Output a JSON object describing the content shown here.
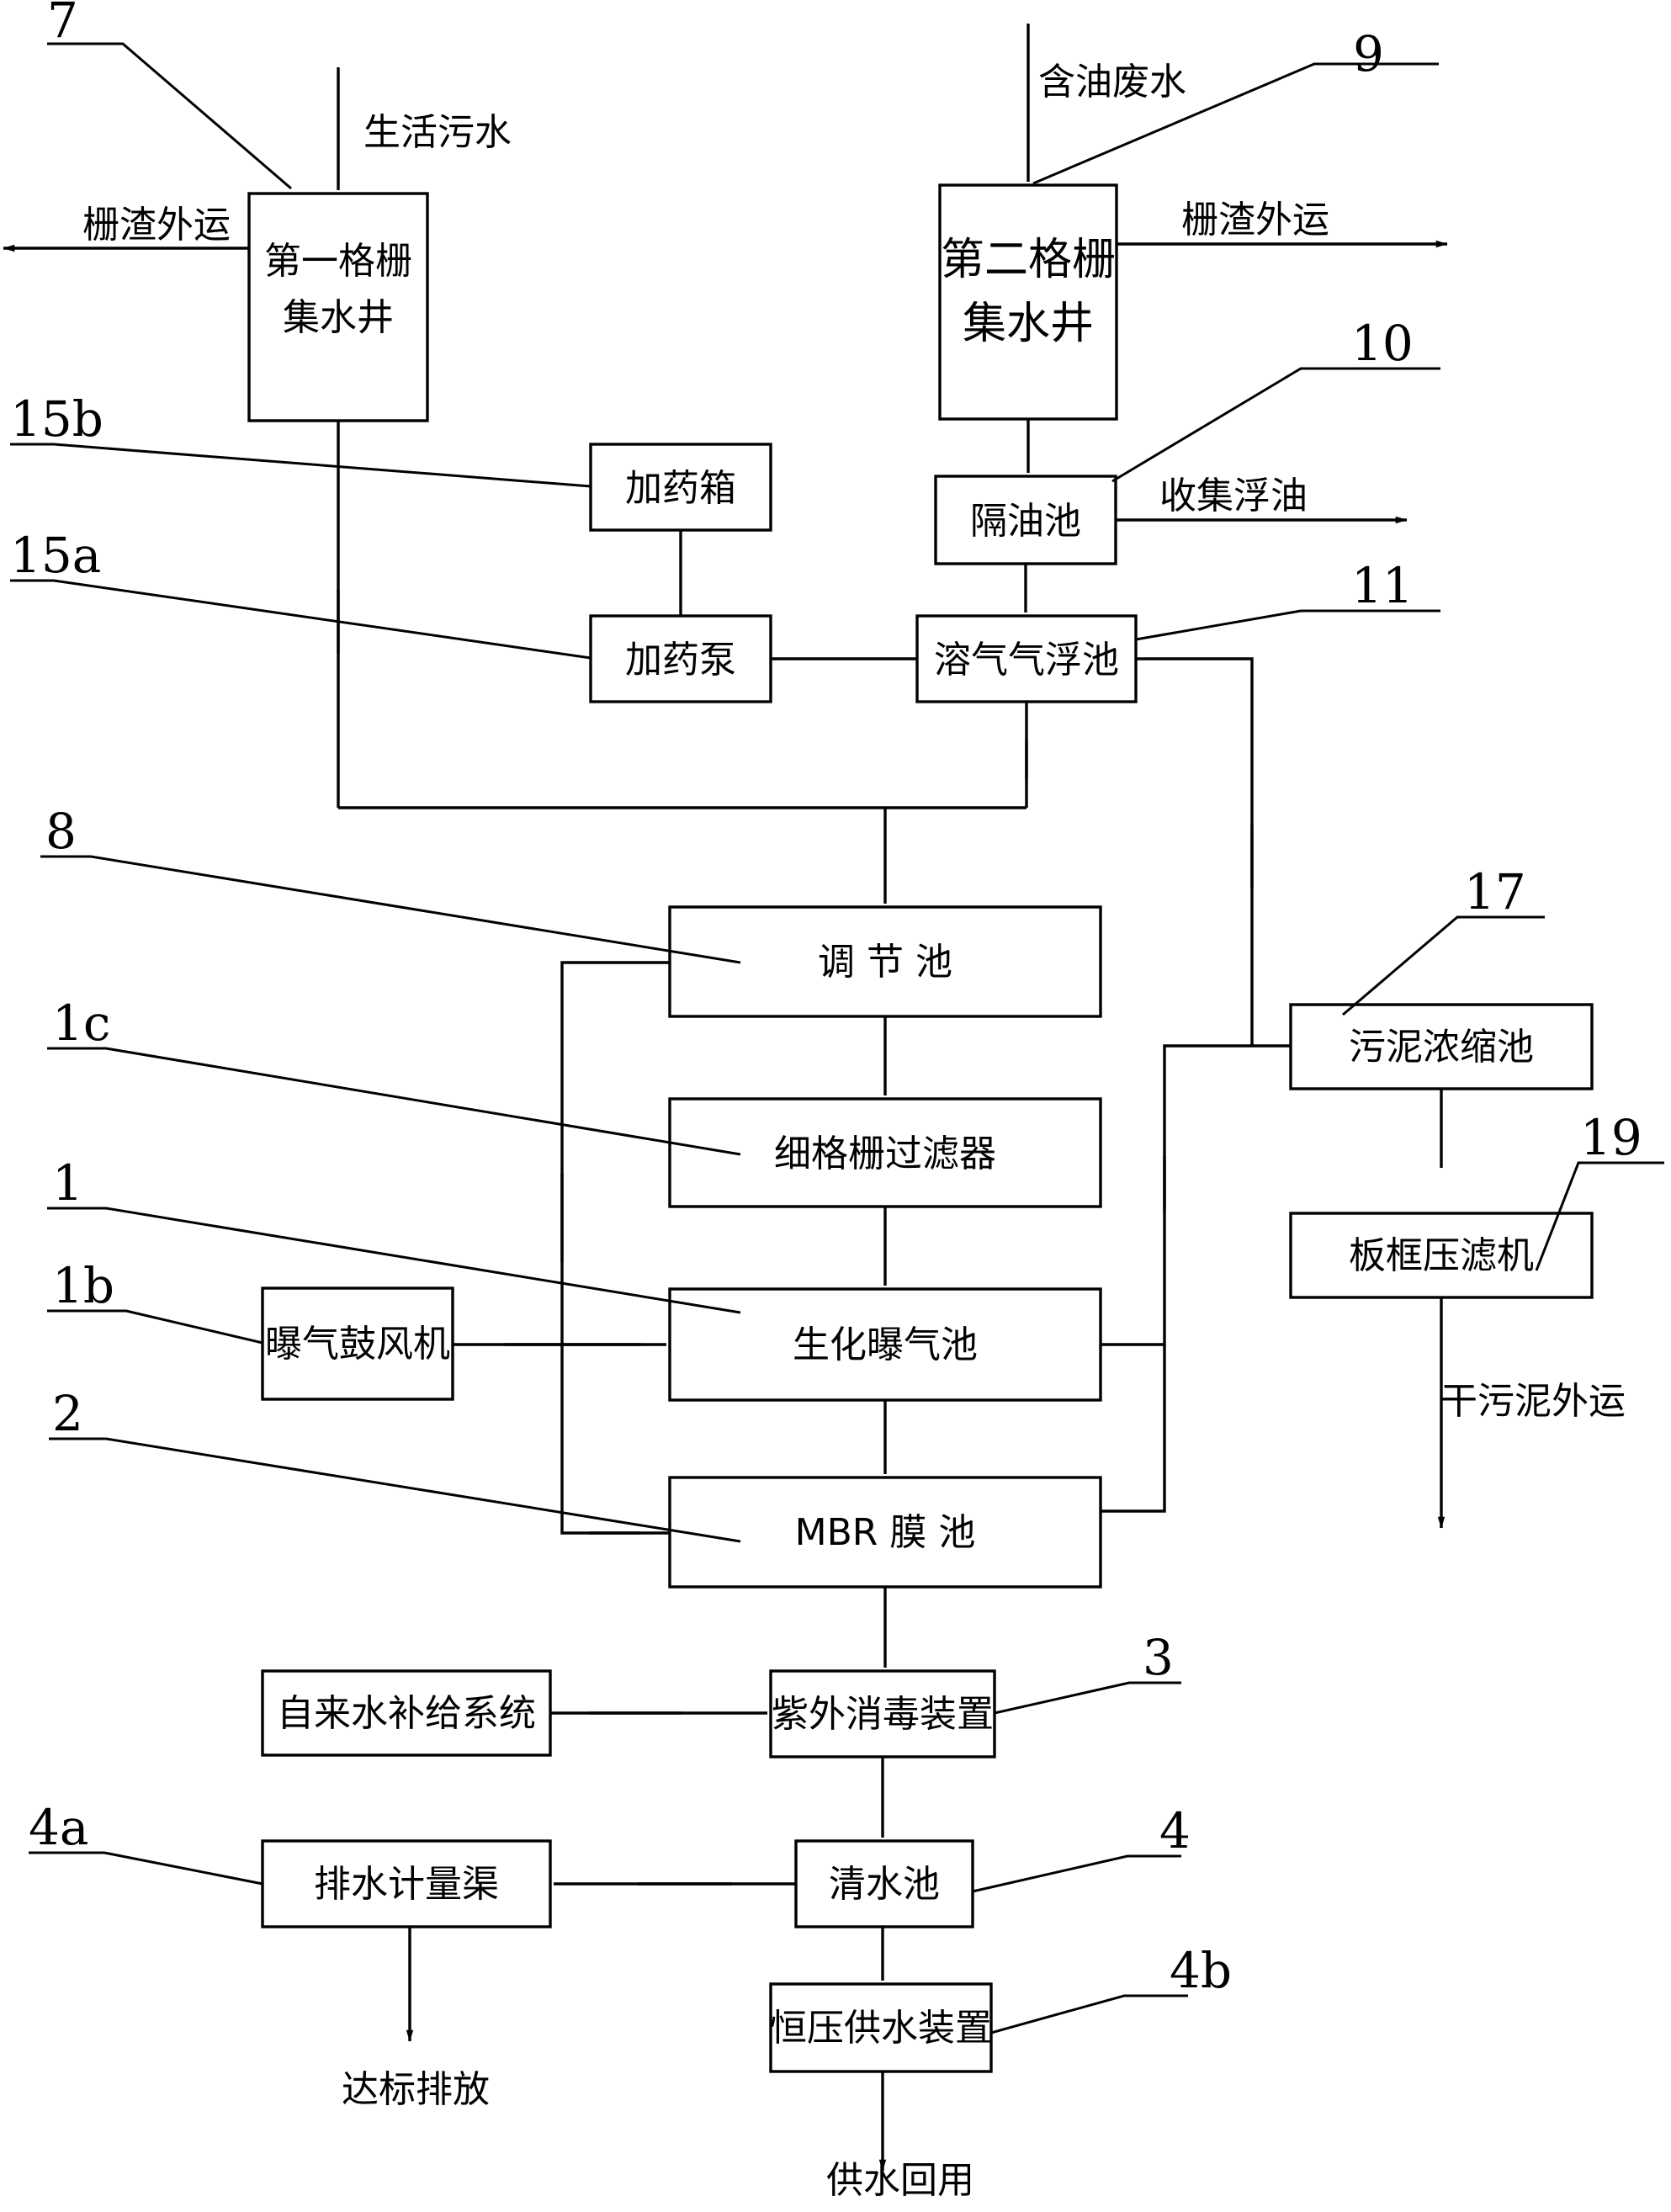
{
  "boxes": {
    "grid1": {
      "line1": "第一格栅",
      "line2": "集水井"
    },
    "grid2": {
      "line1": "第二格栅",
      "line2": "集水井"
    },
    "dosing_tank": "加药箱",
    "dosing_pump": "加药泵",
    "oil_separator": "隔油池",
    "daf": "溶气气浮池",
    "equalization": "调 节 池",
    "fine_screen": "细格栅过滤器",
    "aeration_tank": "生化曝气池",
    "blower": "曝气鼓风机",
    "mbr": "MBR 膜 池",
    "tap_water": "自来水补给系统",
    "uv": "紫外消毒装置",
    "clear_pool": "清水池",
    "metering": "排水计量渠",
    "const_pressure": "恒压供水装置",
    "sludge_thickener": "污泥浓缩池",
    "filter_press": "板框压滤机"
  },
  "flow_labels": {
    "domestic_sewage": "生活污水",
    "oily_wastewater": "含油废水",
    "screenings_out_left": "栅渣外运",
    "screenings_out_right": "栅渣外运",
    "collect_oil": "收集浮油",
    "dry_sludge_out": "干污泥外运",
    "discharge": "达标排放",
    "reuse": "供水回用"
  },
  "callouts": [
    "7",
    "9",
    "10",
    "15b",
    "15a",
    "11",
    "8",
    "17",
    "1c",
    "1",
    "19",
    "1b",
    "2",
    "3",
    "4a",
    "4",
    "4b"
  ]
}
